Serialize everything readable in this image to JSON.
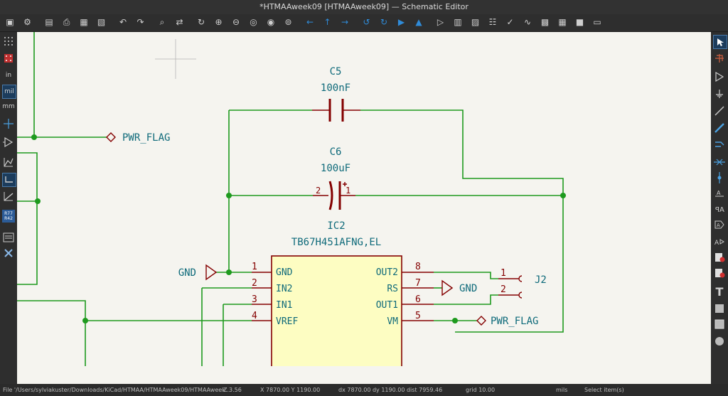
{
  "window": {
    "title": "*HTMAAweek09 [HTMAAweek09] — Schematic Editor"
  },
  "toolbar": {
    "buttons": [
      "save-icon",
      "schematic-setup-icon",
      "page-settings-icon",
      "print-icon",
      "plot-icon",
      "paste-icon",
      "undo-icon",
      "redo-icon",
      "find-icon",
      "find-replace-icon",
      "refresh-icon",
      "zoom-in-icon",
      "zoom-out-icon",
      "zoom-fit-icon",
      "zoom-objects-icon",
      "zoom-selection-icon",
      "nav-left-icon",
      "nav-up-icon",
      "nav-right-icon",
      "rotate-ccw-icon",
      "rotate-cw-icon",
      "mirror-h-icon",
      "mirror-v-icon",
      "symbol-editor-icon",
      "symbol-browser-icon",
      "footprint-assign-icon",
      "annotate-icon",
      "erc-icon",
      "simulator-icon",
      "bom-icon",
      "netlist-icon",
      "pcb-icon",
      "scripting-icon"
    ]
  },
  "left_tools": {
    "inch_label": "in",
    "mil_label": "mil",
    "mm_label": "mm",
    "r42_top": "R77",
    "r42_bottom": "R42"
  },
  "right_tools": {
    "text_tool": "T"
  },
  "schematic": {
    "C5": {
      "ref": "C5",
      "value": "100nF"
    },
    "C6": {
      "ref": "C6",
      "value": "100uF",
      "pin2": "2",
      "pin1": "1"
    },
    "IC2": {
      "ref": "IC2",
      "value": "TB67H451AFNG,EL",
      "left_pins": [
        {
          "num": "1",
          "name": "GND"
        },
        {
          "num": "2",
          "name": "IN2"
        },
        {
          "num": "3",
          "name": "IN1"
        },
        {
          "num": "4",
          "name": "VREF"
        }
      ],
      "right_pins": [
        {
          "num": "8",
          "name": "OUT2"
        },
        {
          "num": "7",
          "name": "RS"
        },
        {
          "num": "6",
          "name": "OUT1"
        },
        {
          "num": "5",
          "name": "VM"
        }
      ]
    },
    "J2": {
      "ref": "J2",
      "pin1": "1",
      "pin2": "2"
    },
    "power": {
      "pwr_flag_top": "PWR_FLAG",
      "pwr_flag_bottom": "PWR_FLAG",
      "gnd_left": "GND",
      "gnd_right": "GND"
    }
  },
  "status": {
    "file": "File '/Users/sylviakuster/Downloads/KiCad/HTMAA/HTMAAweek09/HTMAAweek...",
    "zoom": "Z 3.56",
    "xy": "X 7870.00  Y 1190.00",
    "dxy": "dx 7870.00  dy 1190.00  dist 7959.46",
    "grid": "grid 10.00",
    "units": "mils",
    "mode": "Select item(s)"
  },
  "colors": {
    "wire": "#1e9a1e",
    "component": "#840000",
    "pin_text": "#0e6a7a",
    "label": "#0e6a7a",
    "ic_fill": "#fdfdc2",
    "background": "#f5f4ef",
    "junction": "#1e9a1e"
  }
}
